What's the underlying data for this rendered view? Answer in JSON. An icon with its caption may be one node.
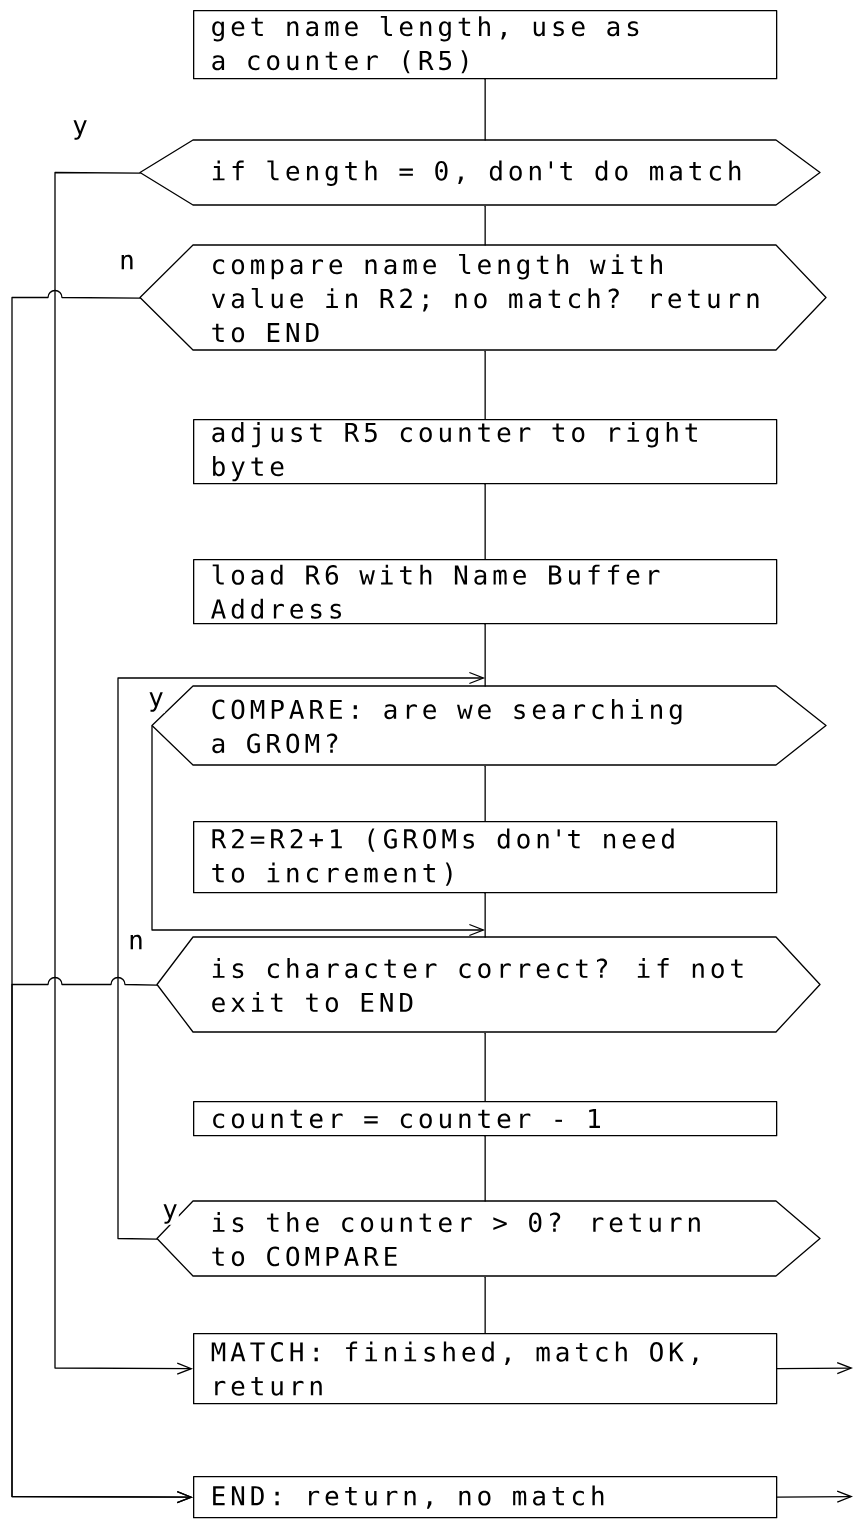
{
  "diagram": {
    "nodes": [
      {
        "text": [
          "get name length, use as a counter (R5)"
        ]
      },
      {
        "text": [
          "if length = 0, don't do match"
        ]
      },
      {
        "text": [
          "compare name length with value in R2; no match? return to END"
        ]
      },
      {
        "text": [
          "adjust R5 counter to right byte"
        ]
      },
      {
        "text": [
          "load R6 with Name Buffer Address"
        ]
      },
      {
        "text": [
          "COMPARE: are we searching a GROM?"
        ]
      },
      {
        "text": [
          "R2=R2+1 (GROMs don't need to increment)"
        ]
      },
      {
        "text": [
          "is character correct? if not exit to END"
        ]
      },
      {
        "text": [
          "counter = counter - 1"
        ]
      },
      {
        "text": [
          "is the counter > 0? return to COMPARE"
        ]
      },
      {
        "text": [
          "MATCH: finished, match OK, return"
        ]
      },
      {
        "text": [
          "END: return, no match"
        ]
      }
    ],
    "edges": [
      {
        "from": 0,
        "to": 1,
        "arrow": "none"
      },
      {
        "from": 1,
        "to": 2,
        "arrow": "none"
      },
      {
        "from": 2,
        "to": 3,
        "arrow": "none"
      },
      {
        "from": 3,
        "to": 4,
        "arrow": "none"
      },
      {
        "from": 4,
        "to": 5,
        "arrow": "none"
      },
      {
        "from": 5,
        "to": 6,
        "arrow": "none"
      },
      {
        "from": 6,
        "to": 7,
        "arrow": "none"
      },
      {
        "from": 7,
        "to": 8,
        "arrow": "none"
      },
      {
        "from": 8,
        "to": 9,
        "arrow": "none"
      },
      {
        "from": 9,
        "to": 10,
        "arrow": "none"
      },
      {
        "from": 1,
        "to": 10,
        "arrow": "to",
        "label": "y"
      },
      {
        "from": 2,
        "to": 11,
        "arrow": "to",
        "label": "n"
      },
      {
        "from": 9,
        "to": 5,
        "arrow": "to",
        "label": "y"
      },
      {
        "from": 5,
        "to": 7,
        "arrow": "to",
        "label": "y"
      },
      {
        "from": 7,
        "to": 11,
        "arrow": "to",
        "label": "n"
      },
      {
        "from": 10,
        "to": null,
        "arrow": "to"
      },
      {
        "from": 11,
        "to": null,
        "arrow": "to"
      }
    ]
  }
}
